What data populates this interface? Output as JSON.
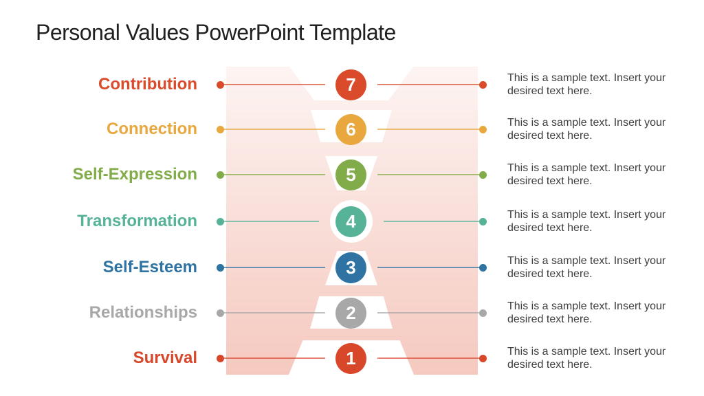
{
  "title": "Personal Values PowerPoint Template",
  "sample_text": {
    "line1": "This is a sample text. Insert your",
    "line2": "desired text here."
  },
  "funnel": {
    "gradient_top": "#FDF4F2",
    "gradient_bottom": "#F5C9BF",
    "shape_color": "#FFFFFF"
  },
  "rows": [
    {
      "label": "Contribution",
      "number": "7",
      "color": "#D94B2B"
    },
    {
      "label": "Connection",
      "number": "6",
      "color": "#E8A83E"
    },
    {
      "label": "Self-Expression",
      "number": "5",
      "color": "#82AC49"
    },
    {
      "label": "Transformation",
      "number": "4",
      "color": "#57B398"
    },
    {
      "label": "Self-Esteem",
      "number": "3",
      "color": "#2E73A2"
    },
    {
      "label": "Relationships",
      "number": "2",
      "color": "#A8A8A8"
    },
    {
      "label": "Survival",
      "number": "1",
      "color": "#D9472B"
    }
  ]
}
